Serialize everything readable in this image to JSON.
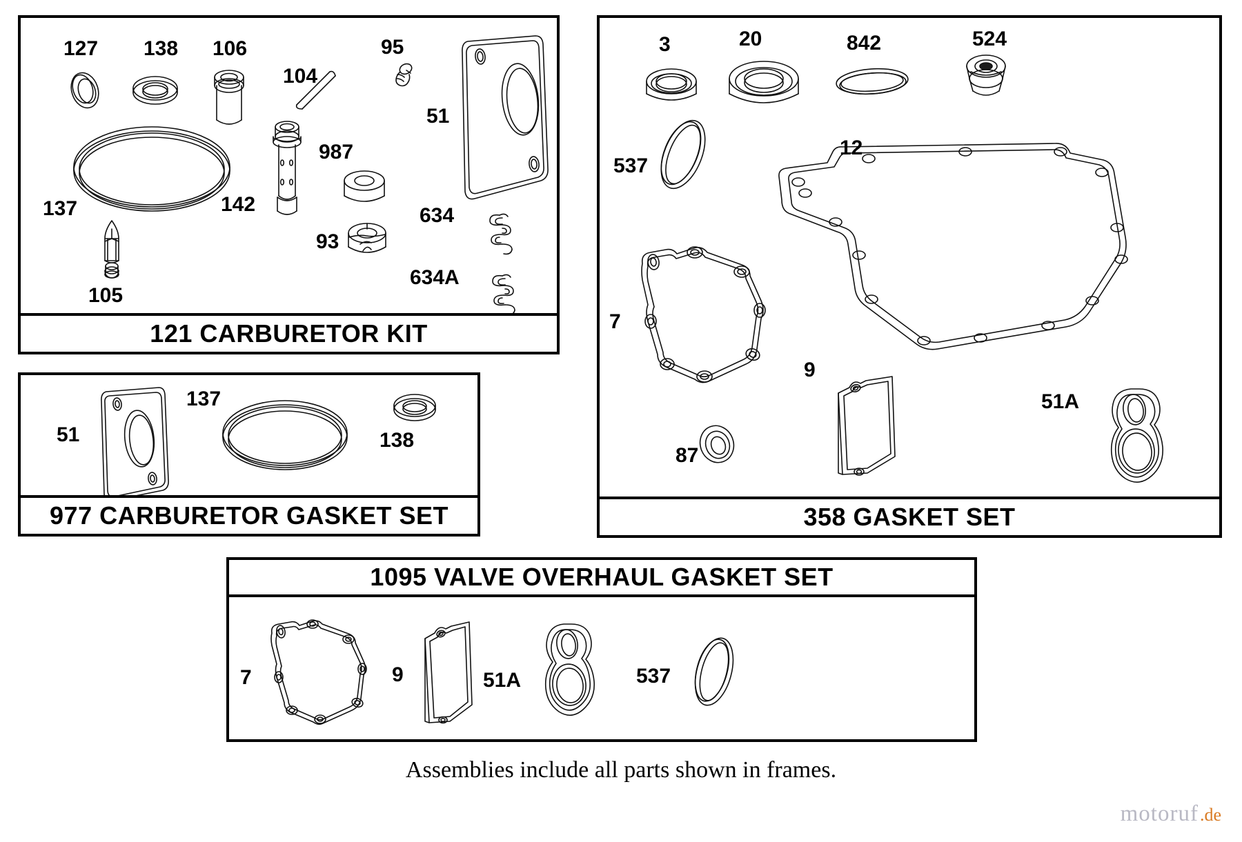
{
  "document": {
    "type": "parts-assembly-diagram",
    "footer_note": "Assemblies include all parts shown in frames."
  },
  "watermark": {
    "main": "motoruf",
    "suffix": ".de"
  },
  "panels": [
    {
      "id": "carburetor-kit",
      "caption": "121 CARBURETOR KIT",
      "caption_position": "bottom",
      "parts": [
        {
          "ref": "127",
          "name": "seal-ring"
        },
        {
          "ref": "138",
          "name": "washer-ring"
        },
        {
          "ref": "106",
          "name": "bushing-sleeve"
        },
        {
          "ref": "104",
          "name": "pin-rod"
        },
        {
          "ref": "95",
          "name": "screw-fitting"
        },
        {
          "ref": "51",
          "name": "carburetor-gasket-plate"
        },
        {
          "ref": "137",
          "name": "o-ring-large"
        },
        {
          "ref": "142",
          "name": "emulsion-tube"
        },
        {
          "ref": "987",
          "name": "spacer-ring"
        },
        {
          "ref": "93",
          "name": "float-valve-seat"
        },
        {
          "ref": "634",
          "name": "spring-coil"
        },
        {
          "ref": "634A",
          "name": "spring-coil-a"
        },
        {
          "ref": "105",
          "name": "needle-valve"
        }
      ]
    },
    {
      "id": "carburetor-gasket-set",
      "caption": "977 CARBURETOR GASKET SET",
      "caption_position": "bottom",
      "parts": [
        {
          "ref": "51",
          "name": "carburetor-gasket-plate"
        },
        {
          "ref": "137",
          "name": "o-ring-large"
        },
        {
          "ref": "138",
          "name": "washer-ring"
        }
      ]
    },
    {
      "id": "gasket-set",
      "caption": "358 GASKET SET",
      "caption_position": "bottom",
      "parts": [
        {
          "ref": "3",
          "name": "seal-ring-small"
        },
        {
          "ref": "20",
          "name": "seal-ring-large"
        },
        {
          "ref": "842",
          "name": "o-ring-flat"
        },
        {
          "ref": "524",
          "name": "oil-seal-plug"
        },
        {
          "ref": "537",
          "name": "o-ring-oval"
        },
        {
          "ref": "12",
          "name": "crankcase-cover-gasket"
        },
        {
          "ref": "7",
          "name": "valve-cover-gasket"
        },
        {
          "ref": "9",
          "name": "breather-gasket"
        },
        {
          "ref": "87",
          "name": "washer-small"
        },
        {
          "ref": "51A",
          "name": "intake-manifold-gasket"
        }
      ]
    },
    {
      "id": "valve-overhaul-gasket-set",
      "caption": "1095 VALVE OVERHAUL GASKET SET",
      "caption_position": "top",
      "parts": [
        {
          "ref": "7",
          "name": "valve-cover-gasket"
        },
        {
          "ref": "9",
          "name": "breather-gasket"
        },
        {
          "ref": "51A",
          "name": "intake-manifold-gasket"
        },
        {
          "ref": "537",
          "name": "o-ring-oval"
        }
      ]
    }
  ]
}
